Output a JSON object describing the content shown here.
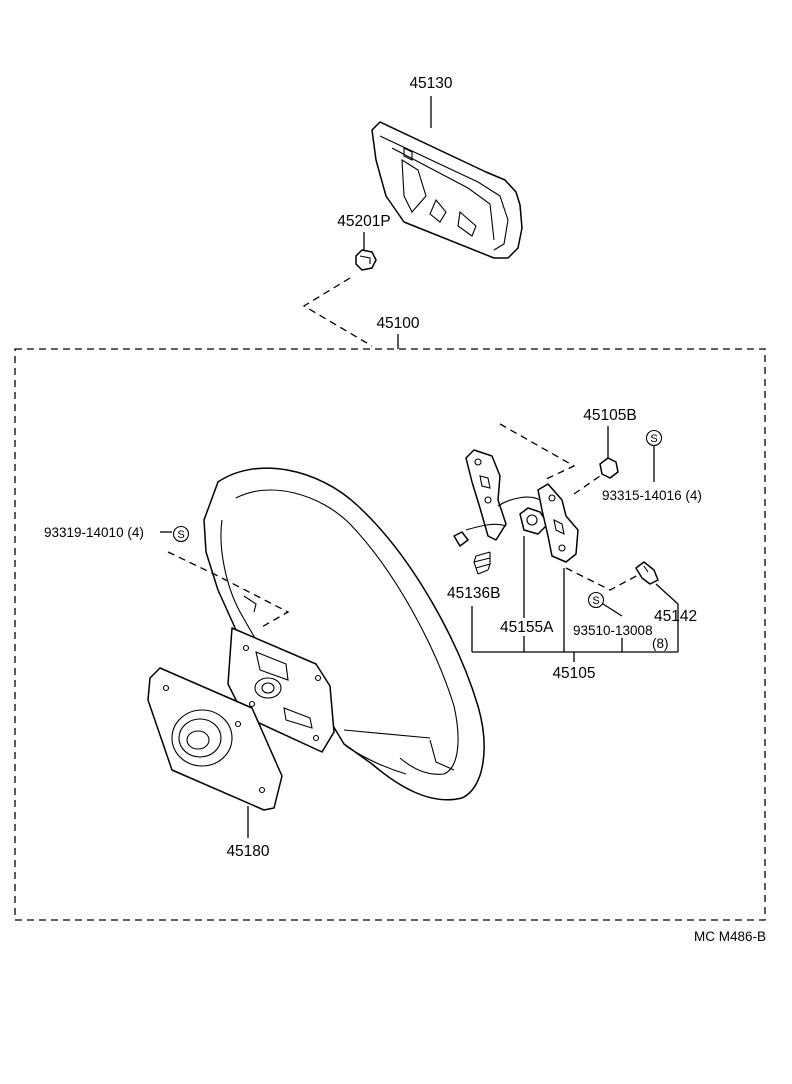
{
  "diagram": {
    "part_labels": {
      "horn_pad": "45130",
      "nut": "45201P",
      "wheel_assembly": "45100",
      "switch_bracket_part": "45105B",
      "screw_right": "93315-14016 (4)",
      "screw_left": "93319-14010 (4)",
      "spring": "45136B",
      "contact_plate": "45155A",
      "terminal": "45142",
      "bolt": "93510-13008",
      "bolt_qty": "(8)",
      "switch_group": "45105",
      "hub_plate": "45180"
    },
    "s_mark": "S",
    "figure_code": "MC M486-B"
  }
}
